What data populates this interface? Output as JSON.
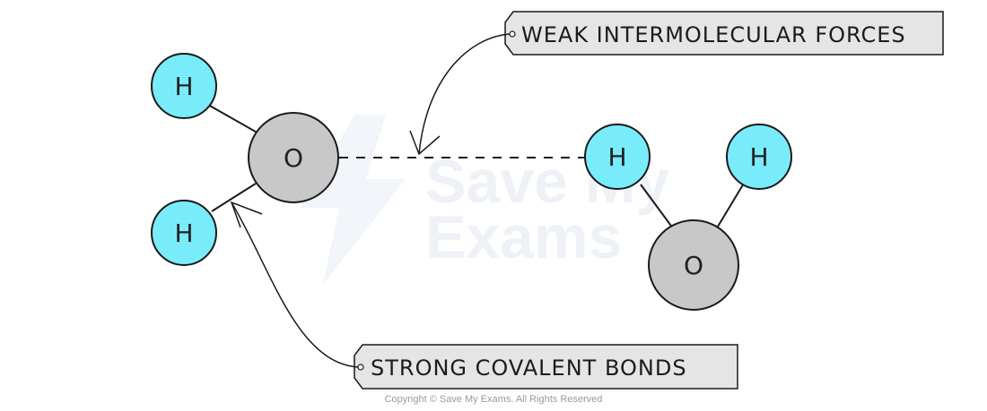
{
  "atoms": {
    "oxygen_left": "O",
    "hydrogen_left_top": "H",
    "hydrogen_left_bottom": "H",
    "hydrogen_right_bonded": "H",
    "hydrogen_right_free": "H",
    "oxygen_right": "O"
  },
  "labels": {
    "intermolecular": "WEAK INTERMOLECULAR FORCES",
    "covalent": "STRONG COVALENT BONDS"
  },
  "watermark": {
    "line1": "Save My",
    "line2": "Exams"
  },
  "footer": {
    "copyright": "Copyright © Save My Exams. All Rights Reserved"
  },
  "colors": {
    "hydrogen_fill": "#79ecfb",
    "oxygen_fill": "#c8c8c8",
    "label_fill": "#e5e5e5",
    "stroke": "#1a1a1a"
  }
}
